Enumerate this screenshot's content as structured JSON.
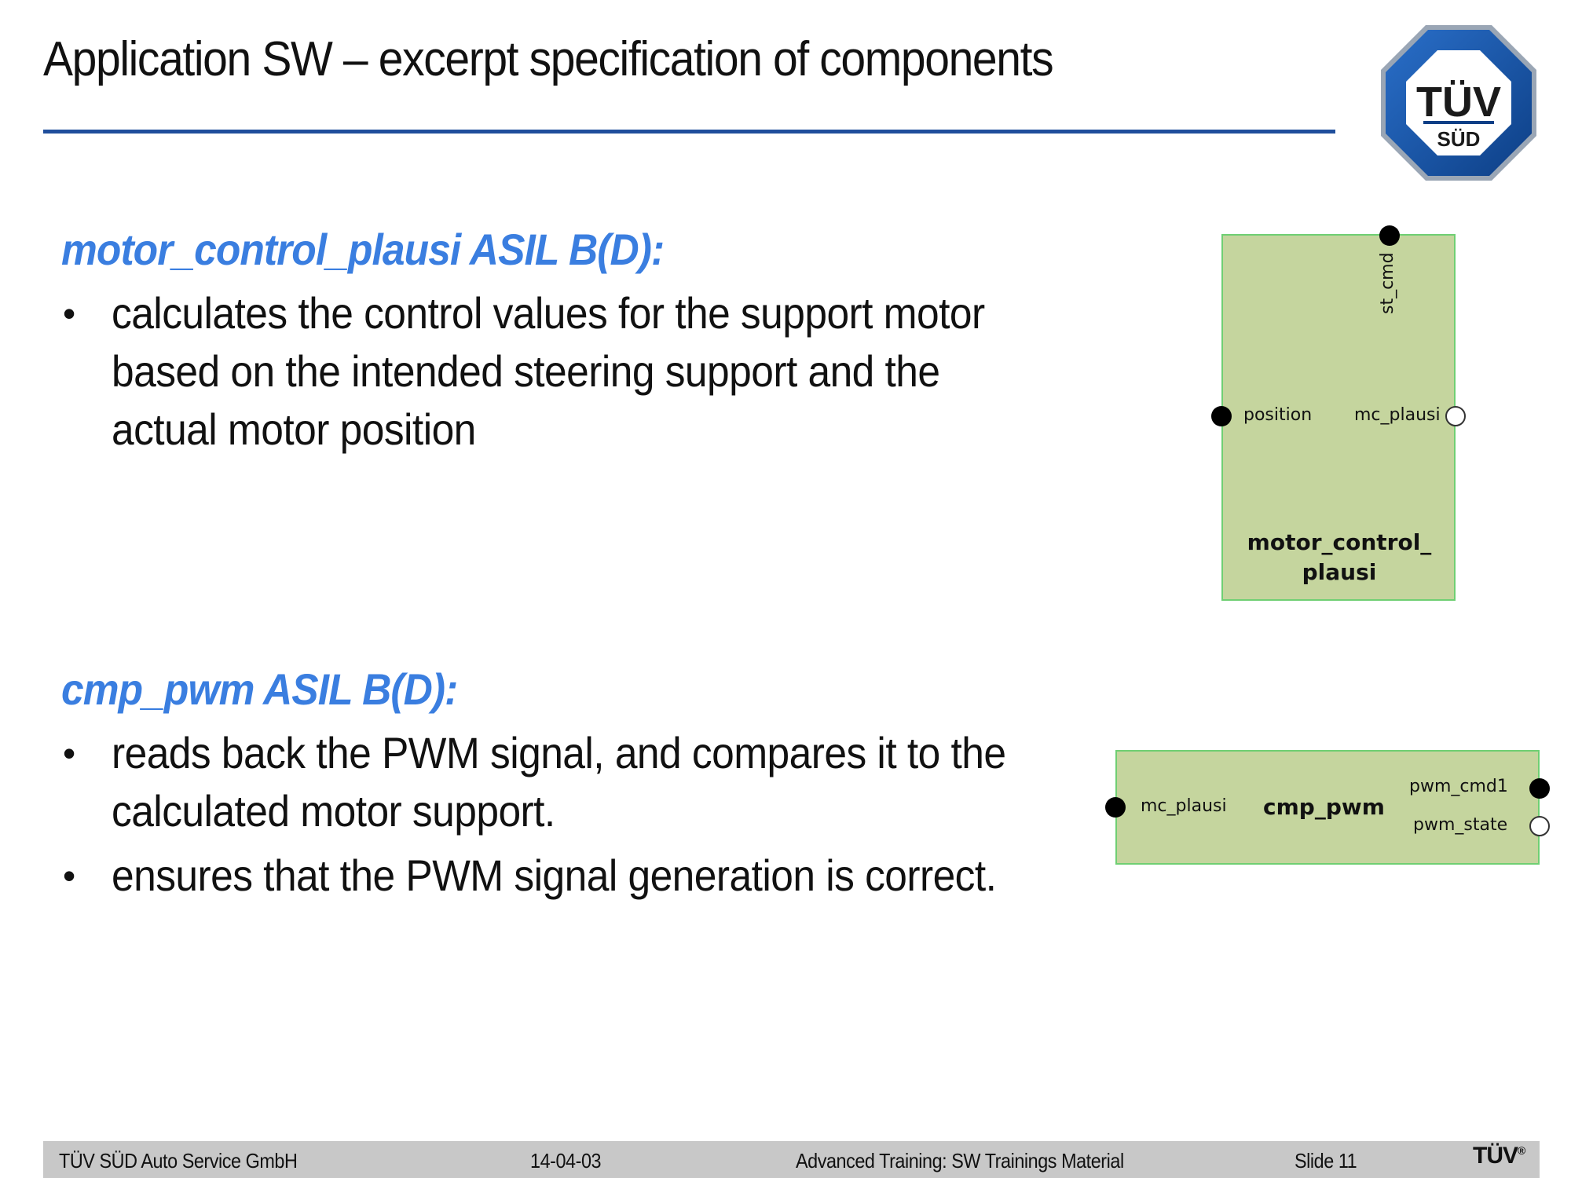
{
  "header": {
    "title": "Application SW – excerpt specification of components"
  },
  "logo": {
    "top_text": "TÜV",
    "bottom_text": "SÜD",
    "icon": "tuv-sud-octagon-logo"
  },
  "sections": [
    {
      "title": "motor_control_plausi ASIL B(D):",
      "bullets": [
        "calculates the control values for the support motor based on the intended steering support and the actual motor position"
      ]
    },
    {
      "title": "cmp_pwm ASIL B(D):",
      "bullets": [
        "reads back the PWM signal, and compares it to the calculated motor support.",
        "ensures that the PWM signal generation is correct."
      ]
    }
  ],
  "diagram": {
    "motor_control_plausi": {
      "name_line1": "motor_control_",
      "name_line2": "plausi",
      "ports": {
        "top": "st_cmd",
        "left": "position",
        "right": "mc_plausi"
      }
    },
    "cmp_pwm": {
      "name": "cmp_pwm",
      "ports": {
        "left": "mc_plausi",
        "right_top": "pwm_cmd1",
        "right_bottom": "pwm_state"
      }
    }
  },
  "footer": {
    "company": "TÜV SÜD Auto Service GmbH",
    "date": "14-04-03",
    "course": "Advanced Training: SW Trainings Material",
    "slide": "Slide 11",
    "logo_text": "TÜV",
    "logo_mark": "®"
  },
  "colors": {
    "accent_blue": "#1f4e9c",
    "heading_blue": "#3a7ee0",
    "component_fill": "#c5d59e",
    "component_border": "#6fcf73",
    "footer_bg": "#c8c8c8"
  }
}
